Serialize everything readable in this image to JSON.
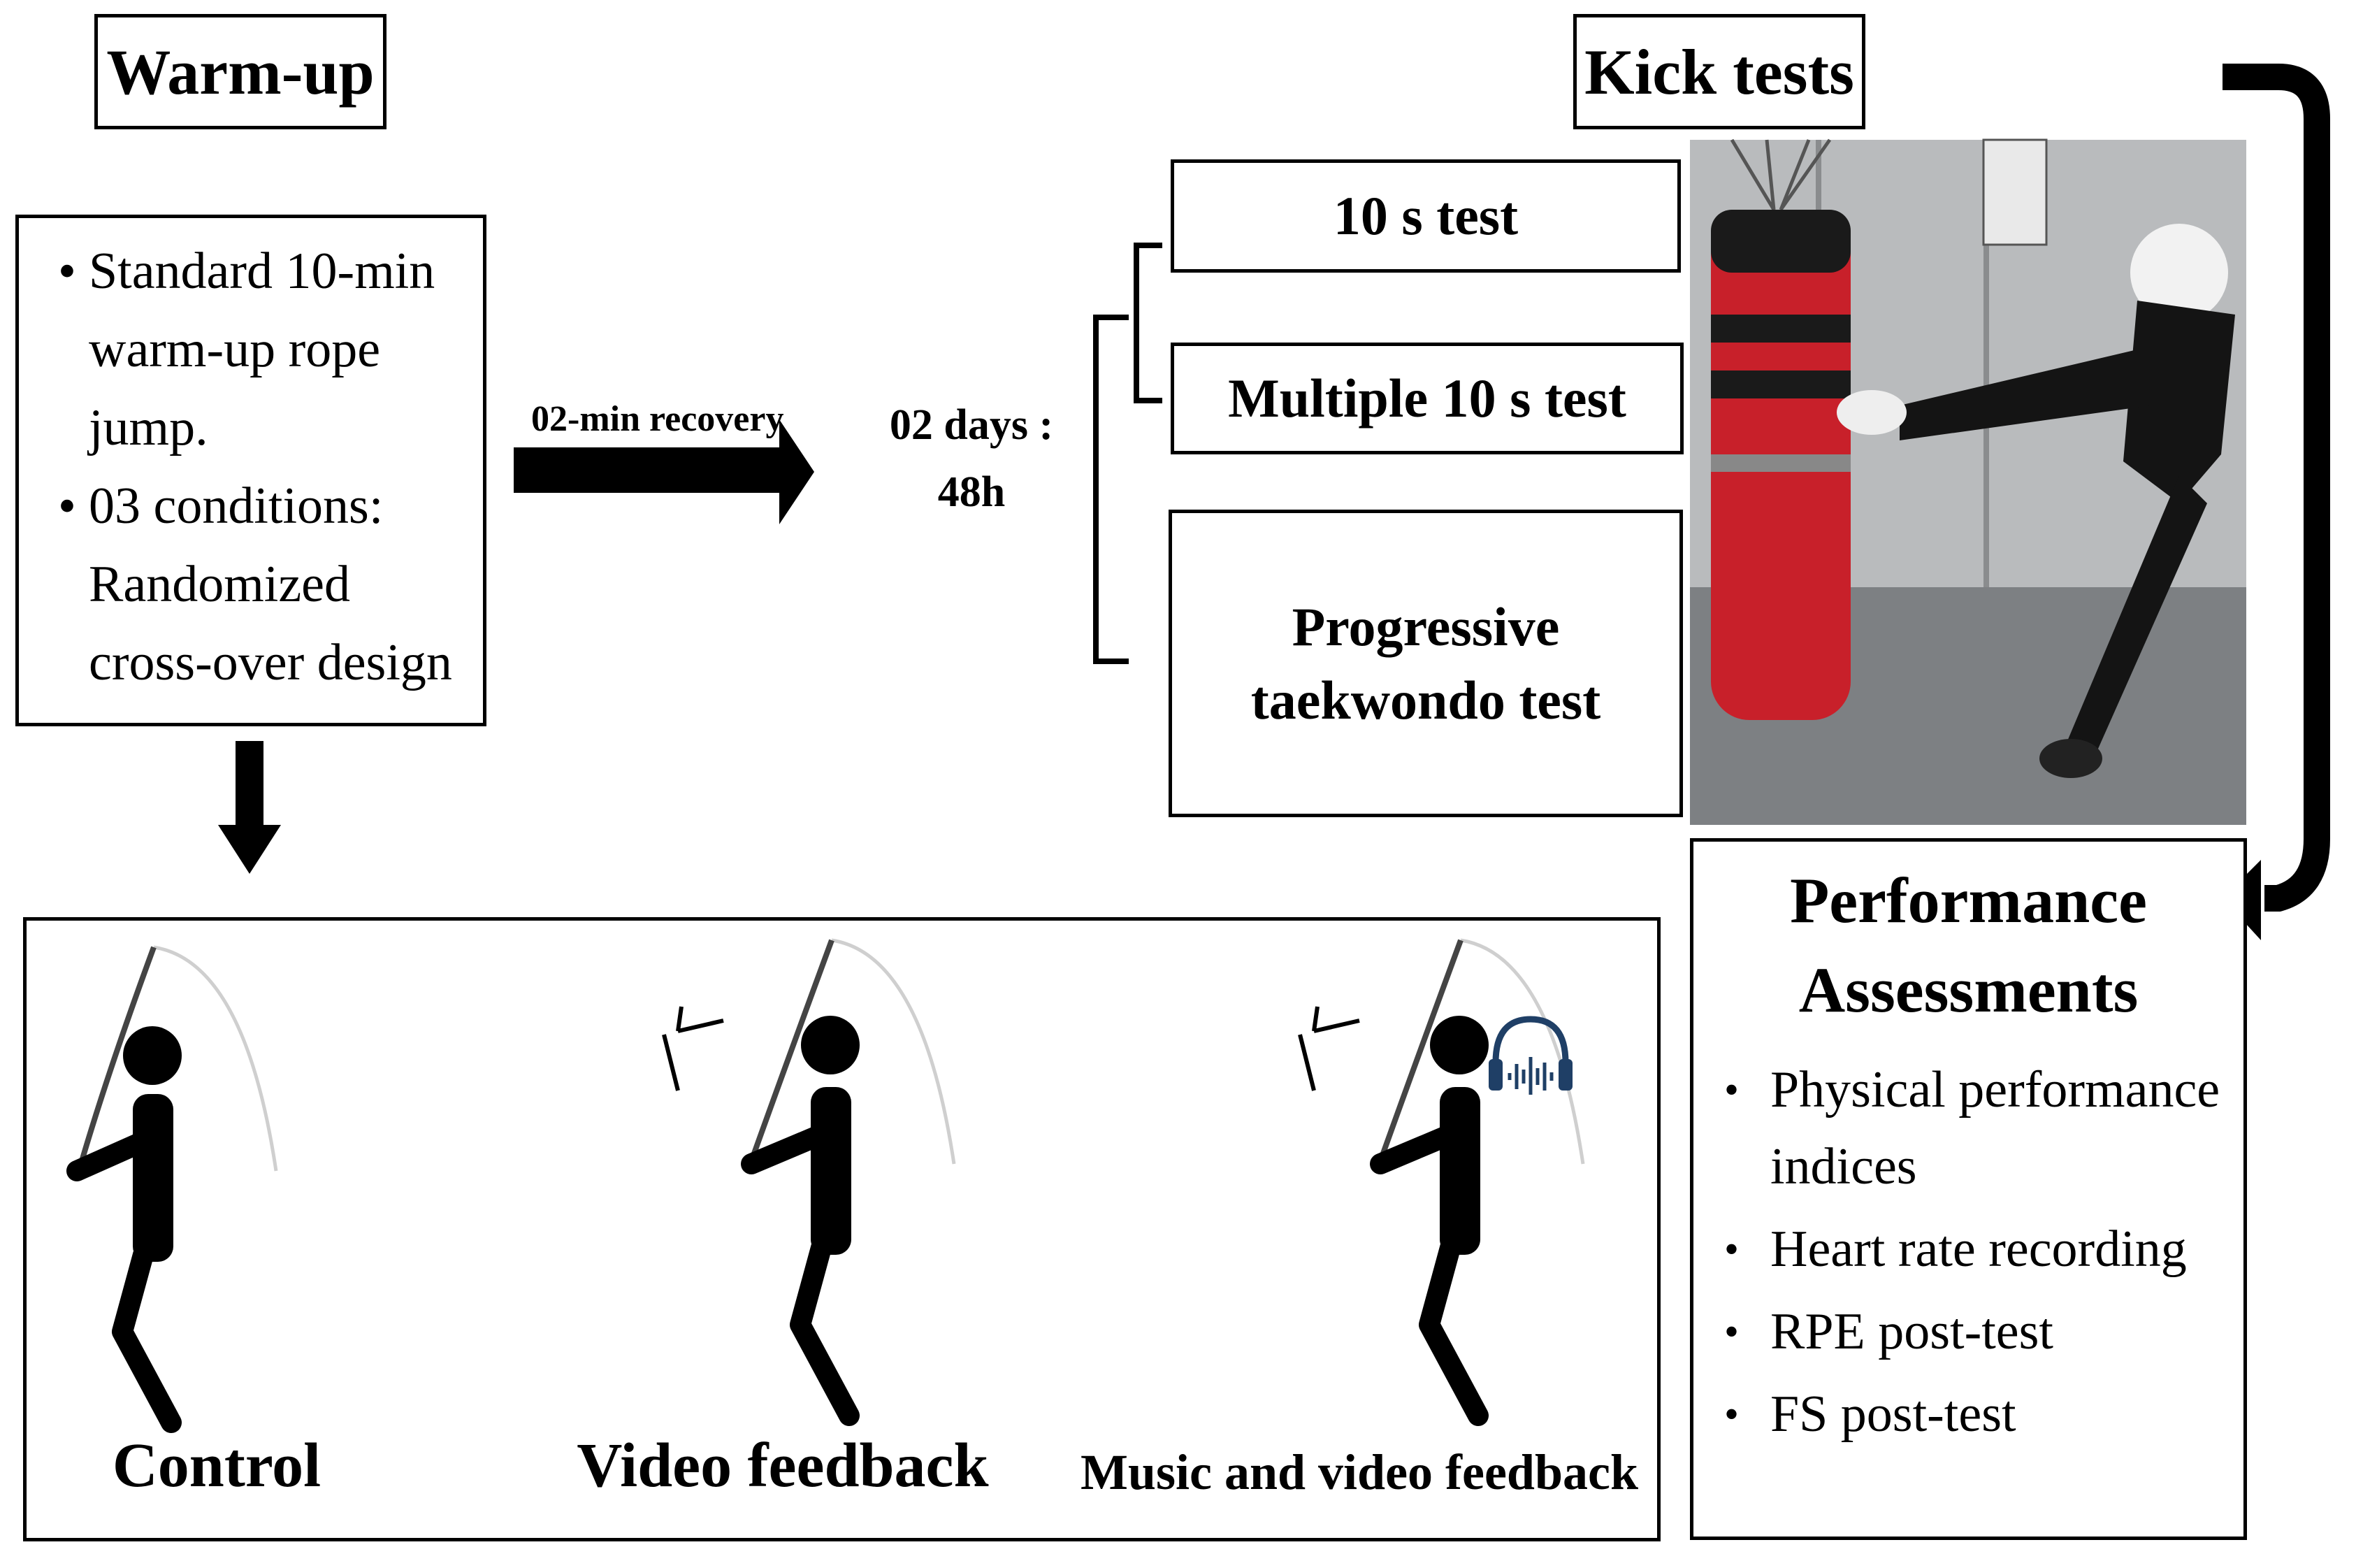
{
  "warmup": {
    "title": "Warm-up",
    "items": [
      {
        "line1": "Standard 10-min",
        "line2": "warm-up rope jump."
      },
      {
        "line1": "03 conditions:",
        "line2": "Randomized",
        "line3": "cross-over design"
      }
    ]
  },
  "recovery_label": "02-min recovery",
  "days_label": {
    "line1": "02 days :",
    "line2": "48h"
  },
  "kick": {
    "title": "Kick tests",
    "tests": [
      "10 s test",
      "Multiple 10 s test",
      "Progressive taekwondo test"
    ]
  },
  "performance": {
    "title_line1": "Performance",
    "title_line2": "Assessments",
    "items": [
      {
        "line1": "Physical performance",
        "line2": "indices"
      },
      {
        "line1": "Heart rate recording"
      },
      {
        "line1": "RPE post-test"
      },
      {
        "line1": "FS post-test"
      }
    ]
  },
  "conditions": [
    "Control",
    "Video feedback",
    "Music and video feedback"
  ],
  "icons": [
    "rope-jumper-icon",
    "camera-tripod-icon",
    "headphones-icon",
    "arrow-right-icon",
    "arrow-down-icon",
    "bracket-icon",
    "curved-arrow-icon"
  ],
  "colors": {
    "line": "#000000",
    "bag_red": "#c8202a",
    "photo_bg": "#9a9c9e"
  }
}
